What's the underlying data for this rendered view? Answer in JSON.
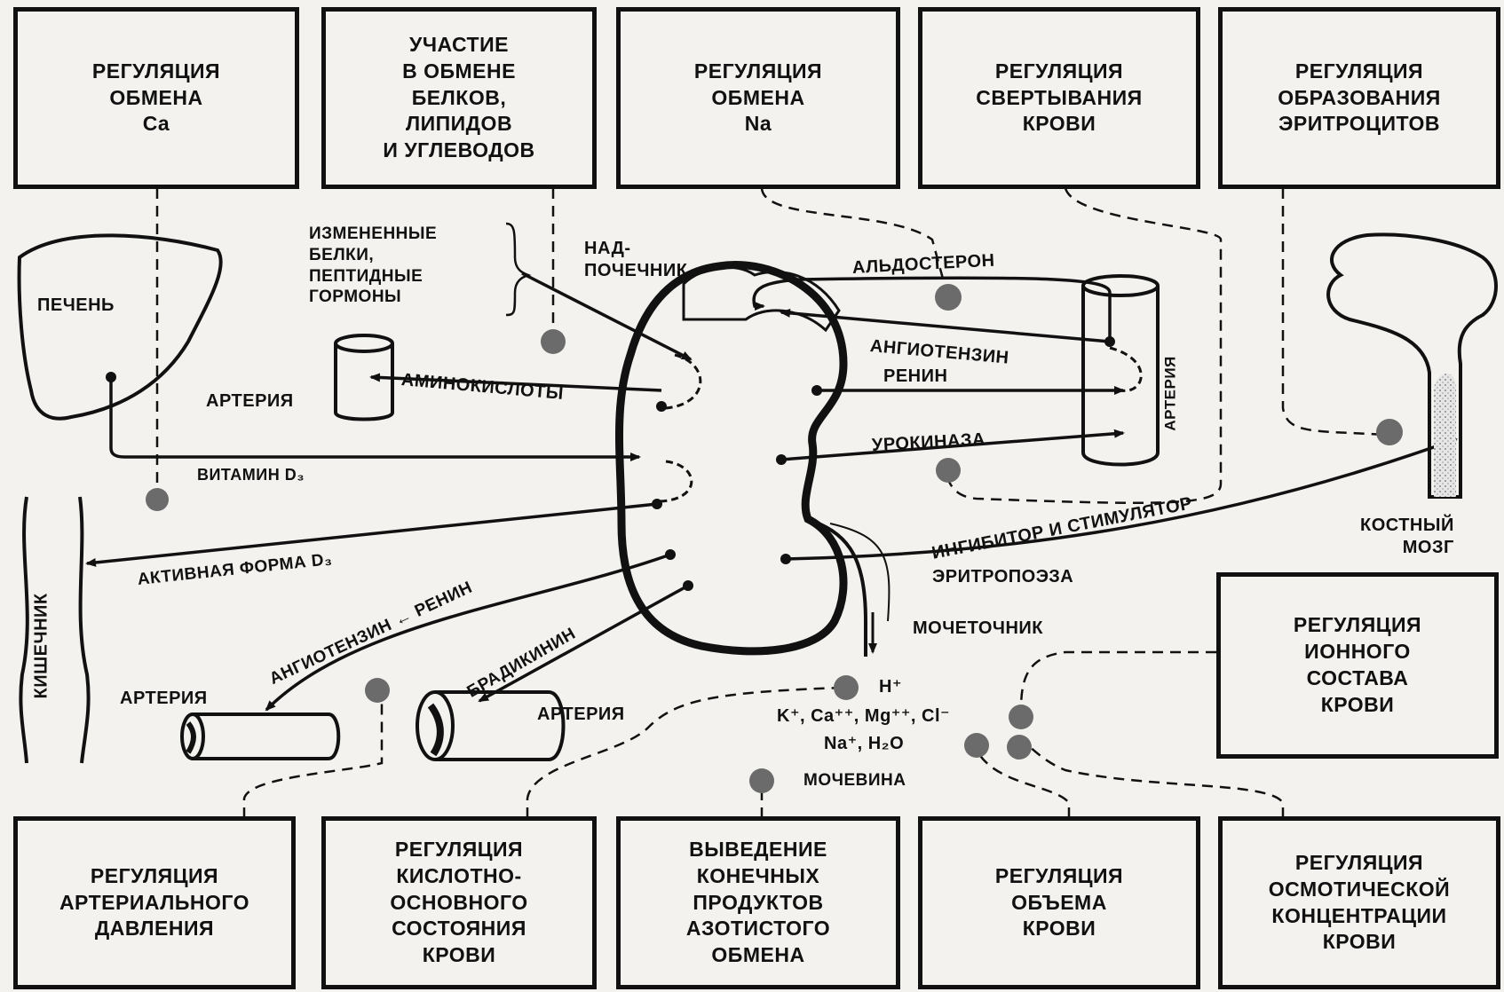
{
  "top_boxes": [
    {
      "id": "ca",
      "text": "РЕГУЛЯЦИЯ\nОБМЕНА\nCa"
    },
    {
      "id": "metabolism",
      "text": "УЧАСТИЕ\nВ ОБМЕНЕ\nБЕЛКОВ,\nЛИПИДОВ\nИ УГЛЕВОДОВ"
    },
    {
      "id": "na",
      "text": "РЕГУЛЯЦИЯ\nОБМЕНА\nNa"
    },
    {
      "id": "coagulation",
      "text": "РЕГУЛЯЦИЯ\nСВЕРТЫВАНИЯ\nКРОВИ"
    },
    {
      "id": "erythrocytes",
      "text": "РЕГУЛЯЦИЯ\nОБРАЗОВАНИЯ\nЭРИТРОЦИТОВ"
    }
  ],
  "bottom_boxes": [
    {
      "id": "pressure",
      "text": "РЕГУЛЯЦИЯ\nАРТЕРИАЛЬНОГО\nДАВЛЕНИЯ"
    },
    {
      "id": "acid-base",
      "text": "РЕГУЛЯЦИЯ\nКИСЛОТНО-\nОСНОВНОГО\nСОСТОЯНИЯ\nКРОВИ"
    },
    {
      "id": "nitrogen",
      "text": "ВЫВЕДЕНИЕ\nКОНЕЧНЫХ\nПРОДУКТОВ\nАЗОТИСТОГО\nОБМЕНА"
    },
    {
      "id": "volume",
      "text": "РЕГУЛЯЦИЯ\nОБЪЕМА\nКРОВИ"
    },
    {
      "id": "osmotic",
      "text": "РЕГУЛЯЦИЯ\nОСМОТИЧЕСКОЙ\nКОНЦЕНТРАЦИИ\nКРОВИ"
    }
  ],
  "ionic_box": {
    "text": "РЕГУЛЯЦИЯ\nИОННОГО\nСОСТАВА\nКРОВИ"
  },
  "labels": {
    "liver": "ПЕЧЕНЬ",
    "intestine": "КИШЕЧНИК",
    "altered_proteins": "ИЗМЕНЕННЫЕ\nБЕЛКИ,\nПЕПТИДНЫЕ\nГОРМОНЫ",
    "adrenal": "НАД-\nПОЧЕЧНИК",
    "aldosterone": "АЛЬДОСТЕРОН",
    "angiotensin_right": "АНГИОТЕНЗИН",
    "renin_right": "РЕНИН",
    "urokinase": "УРОКИНАЗА",
    "artery_right": "АРТЕРИЯ",
    "artery_left": "АРТЕРИЯ",
    "amino_acids": "АМИНОКИСЛОТЫ",
    "vitamin_d3": "ВИТАМИН D₃",
    "active_d3": "АКТИВНАЯ ФОРМА D₃",
    "angiotensin_renin_bottom": "АНГИОТЕНЗИН ← РЕНИН",
    "bradykinin": "БРАДИКИНИН",
    "artery_bottom_left": "АРТЕРИЯ",
    "artery_bottom_mid": "АРТЕРИЯ",
    "erythropoiesis_line1": "ИНГИБИТОР И СТИМУЛЯТОР",
    "erythropoiesis_line2": "ЭРИТРОПОЭЗА",
    "bone_marrow": "КОСТНЫЙ\nМОЗГ",
    "ureter": "МОЧЕТОЧНИК",
    "h_ion": "H⁺",
    "ions_line1": "K⁺, Ca⁺⁺, Mg⁺⁺, Cl⁻",
    "ions_line2": "Na⁺, H₂O",
    "urea": "МОЧЕВИНА"
  },
  "colors": {
    "ink": "#111111",
    "background": "#f3f2ee",
    "dot": "#6b6b6b"
  }
}
